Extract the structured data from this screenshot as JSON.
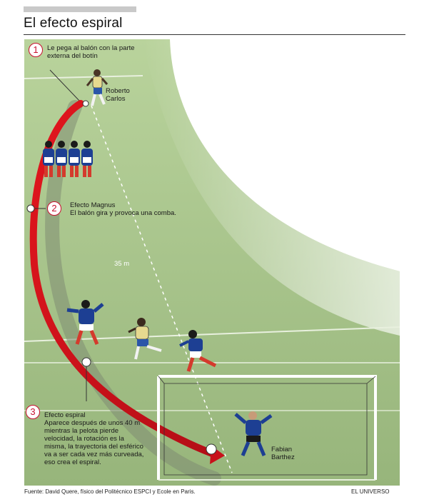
{
  "title": "El efecto espiral",
  "steps": [
    {
      "num": "1",
      "text": "Le pega al balón con la parte externa del botín"
    },
    {
      "num": "2",
      "title": "Efecto Magnus",
      "text": "El balón gira y provoca una comba."
    },
    {
      "num": "3",
      "title": "Efecto espiral",
      "text": "Aparece después de unos 40 m mientras la pelota pierde velocidad, la rotación es la misma, la trayectoria del esférico va a ser cada vez más curveada, eso crea el espiral."
    }
  ],
  "players": {
    "kicker": "Roberto Carlos",
    "goalkeeper": "Fabian Barthez"
  },
  "distance": "35 m",
  "footer": {
    "source": "Fuente: David Quere, físico del Politécnico ESPCI y Ecole en Paris.",
    "brand": "EL UNIVERSO"
  },
  "colors": {
    "pitch": "#a7c38b",
    "trajectory": "#d0121b",
    "shadow": "#8f9c80",
    "french_kit": "#1d3f93",
    "brazil_kit": "#e6d98f"
  }
}
